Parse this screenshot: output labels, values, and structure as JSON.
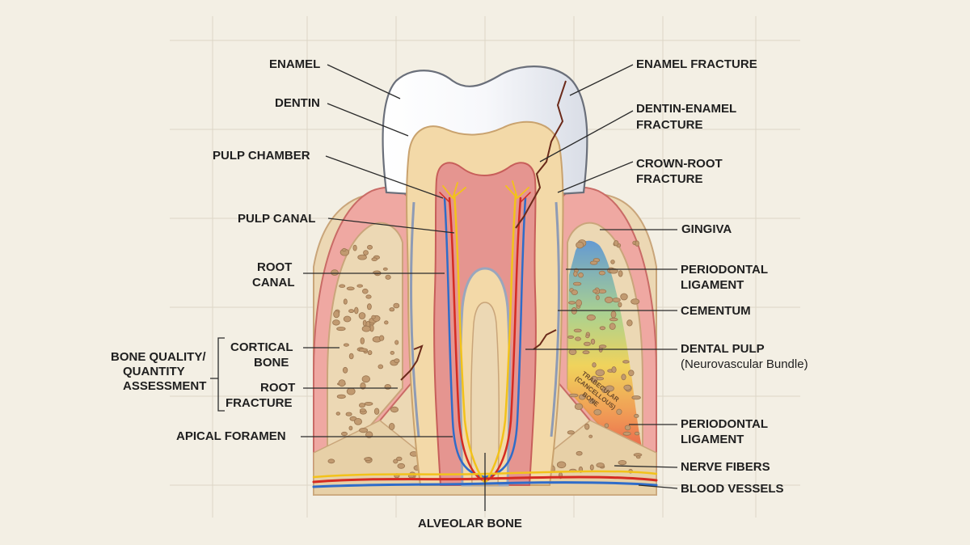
{
  "labels": {
    "enamel": "ENAMEL",
    "dentin": "DENTIN",
    "pulp_chamber": "PULP CHAMBER",
    "pulp_canal": "PULP CANAL",
    "root_canal": [
      "ROOT",
      "CANAL"
    ],
    "bone_quality": [
      "BONE QUALITY/",
      "QUANTITY",
      "ASSESSMENT"
    ],
    "cortical_bone": [
      "CORTICAL",
      "BONE"
    ],
    "root_fracture": [
      "ROOT",
      "FRACTURE"
    ],
    "apical_foramen": "APICAL FORAMEN",
    "alveolar_bone": "ALVEOLAR BONE",
    "enamel_fracture": "ENAMEL FRACTURE",
    "dentin_enamel_fracture": [
      "DENTIN-ENAMEL",
      "FRACTURE"
    ],
    "crown_root_fracture": [
      "CROWN-ROOT",
      "FRACTURE"
    ],
    "gingiva": "GINGIVA",
    "periodontal_ligament_upper": [
      "PERIODONTAL",
      "LIGAMENT"
    ],
    "cementum": "CEMENTUM",
    "dental_pulp": [
      "DENTAL PULP",
      "(Neurovascular Bundle)"
    ],
    "periodontal_ligament_lower": [
      "PERIODONTAL",
      "LIGAMENT"
    ],
    "nerve_fibers": "NERVE FIBERS",
    "blood_vessels": "BLOOD VESSELS",
    "trabecular_bone": [
      "TRABECULAR",
      "(CANCELLOUS)",
      "BONE"
    ]
  },
  "colors": {
    "background": "#f3efe4",
    "enamel": "#ffffff",
    "dentin": "#f3d9a8",
    "pulp": "#e59590",
    "gingiva": "#efa8a2",
    "bone": "#ecd8b4",
    "bone_pore": "#b58d66",
    "nerve": "#f2c21a",
    "artery": "#d52b22",
    "vein": "#2f6cc9"
  }
}
